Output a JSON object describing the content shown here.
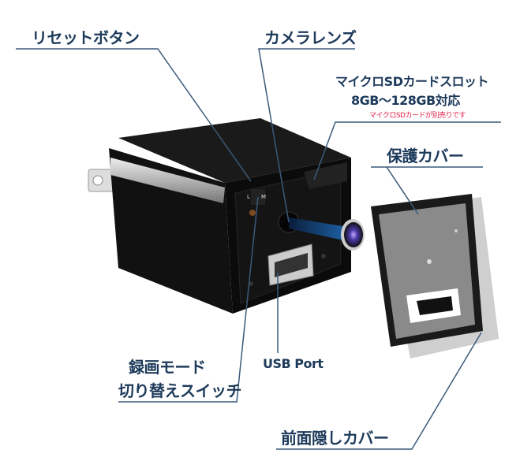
{
  "labels": {
    "reset_button": "リセットボタン",
    "camera_lens": "カメラレンズ",
    "sd_slot": "マイクロSDカードスロット",
    "sd_capacity": "8GB～128GB対応",
    "sd_note": "マイクロSDカードが別売りです",
    "protective_cover": "保護カバー",
    "mode_switch_line1": "録画モード",
    "mode_switch_line2": "切り替えスイッチ",
    "usb_port": "USB Port",
    "front_cover": "前面隠しカバー",
    "switch_l": "L",
    "switch_m": "M"
  },
  "colors": {
    "label": "#1d3a5a",
    "note": "#e0204a",
    "leader": "#3a5a7a"
  }
}
